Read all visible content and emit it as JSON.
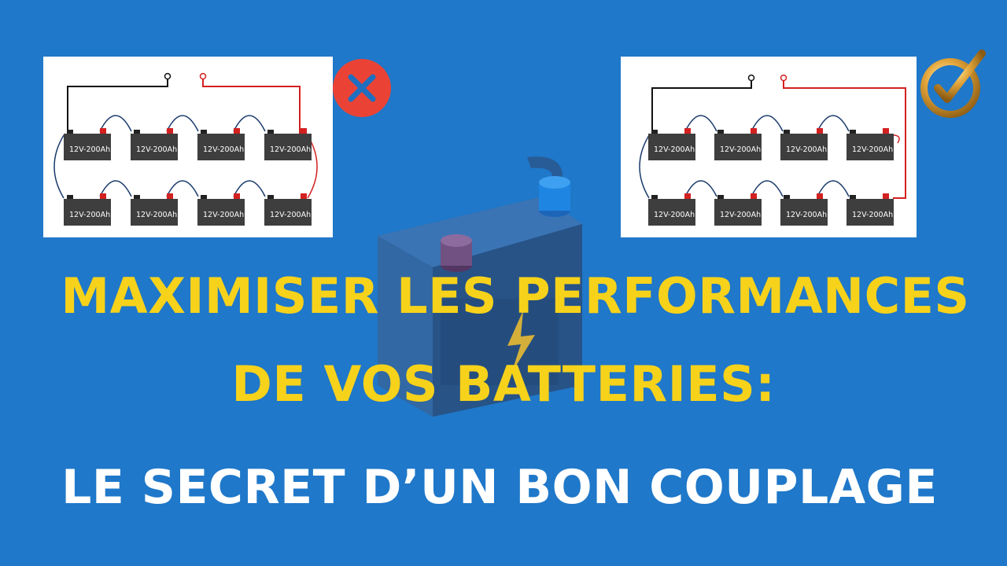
{
  "title": {
    "line1": "MAXIMISER LES PERFORMANCES",
    "line2": "DE VOS BATTERIES:"
  },
  "subtitle": "LE SECRET D’UN BON COUPLAGE",
  "battery_label": "12V-200Ah",
  "terminal_negative": "−",
  "terminal_positive": "+",
  "diagrams": {
    "wrong": {
      "badge_icon": "red-cross-icon"
    },
    "correct": {
      "badge_icon": "gold-check-icon"
    }
  },
  "colors": {
    "background": "#1f78c9",
    "title": "#f7d21b",
    "subtitle": "#ffffff",
    "battery_body": "#3e3e3e",
    "wire_positive": "#d32020",
    "wire_negative": "#111111",
    "wire_link": "#1a3a6b",
    "wrong_badge": "#ea4335"
  }
}
